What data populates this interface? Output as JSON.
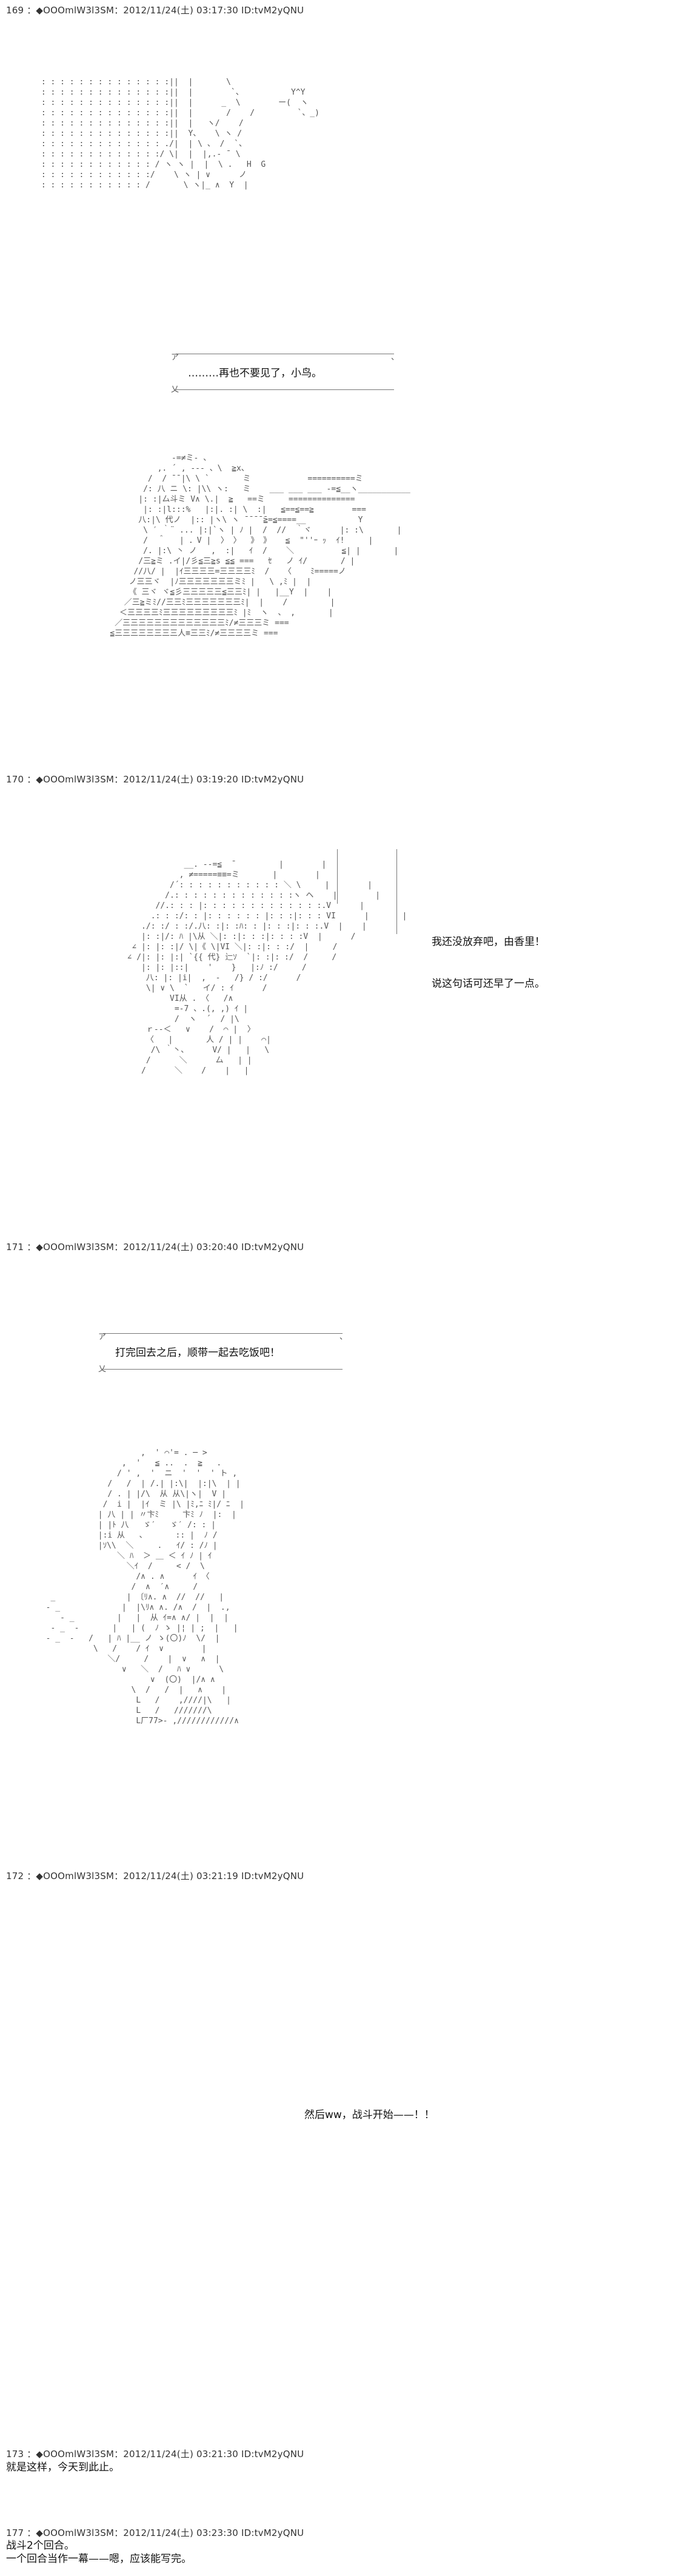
{
  "posts": [
    {
      "header": "169 ：◆OOOmlW3l3SM：2012/11/24(土) 03:17:30 ID:tvM2yQNU",
      "speech": "………再也不要见了，小鸟。"
    },
    {
      "header": "170 ：◆OOOmlW3l3SM：2012/11/24(土) 03:19:20 ID:tvM2yQNU",
      "speech_1": "我还没放弃吧，由香里！",
      "speech_2": "说这句话可还早了一点。"
    },
    {
      "header": "171 ：◆OOOmlW3l3SM：2012/11/24(土) 03:20:40 ID:tvM2yQNU",
      "speech": "打完回去之后，顺带一起去吃饭吧！"
    },
    {
      "header": "172 ：◆OOOmlW3l3SM：2012/11/24(土) 03:21:19 ID:tvM2yQNU",
      "speech": "然后ww，战斗开始——！！"
    },
    {
      "header": "173 ：◆OOOmlW3l3SM：2012/11/24(土) 03:21:30 ID:tvM2yQNU",
      "line_1": "就是这样，今天到此止。"
    },
    {
      "header": "177 ：◆OOOmlW3l3SM：2012/11/24(土) 03:23:30 ID:tvM2yQNU",
      "line_1": "战斗2个回合。",
      "line_2": "一个回合当作一幕——嗯，应该能写完。"
    }
  ]
}
